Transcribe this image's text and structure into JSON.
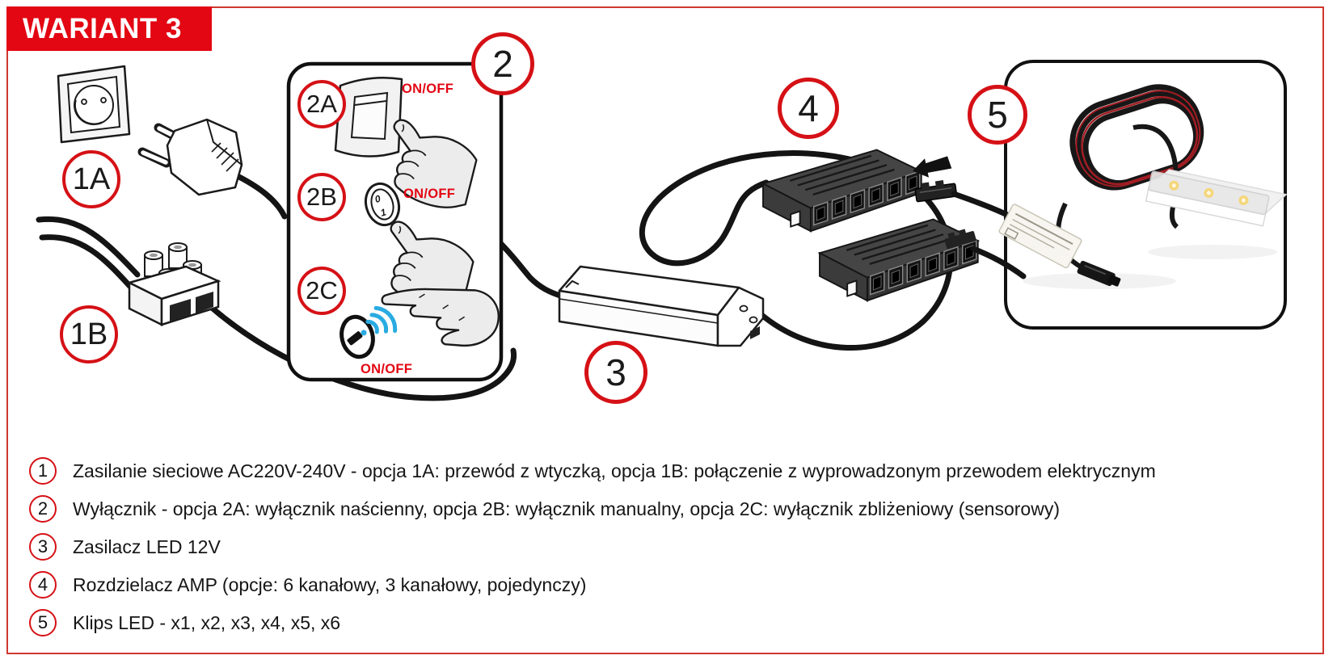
{
  "header": {
    "title": "WARIANT 3"
  },
  "colors": {
    "accent_red": "#d51116",
    "header_red": "#e30613",
    "signal_blue": "#29abe2",
    "device_dark": "#3d3d3d"
  },
  "diagram": {
    "badges": {
      "socket_plug": "1A",
      "terminal": "1B",
      "switch_group": "2",
      "wall_switch": "2A",
      "manual_switch": "2B",
      "proximity_switch": "2C",
      "psu": "3",
      "distributor": "4",
      "led_clip": "5"
    },
    "labels": {
      "onoff_wall": "ON/OFF",
      "onoff_manual": "ON/OFF",
      "onoff_proximity": "ON/OFF",
      "rocker_zero": "0",
      "rocker_one": "1"
    }
  },
  "legend": {
    "items": [
      {
        "num": "1",
        "text": "Zasilanie sieciowe AC220V-240V - opcja 1A: przewód z wtyczką, opcja 1B: połączenie z wyprowadzonym przewodem elektrycznym"
      },
      {
        "num": "2",
        "text": "Wyłącznik - opcja 2A: wyłącznik naścienny, opcja 2B: wyłącznik manualny, opcja 2C: wyłącznik zbliżeniowy (sensorowy)"
      },
      {
        "num": "3",
        "text": "Zasilacz LED 12V"
      },
      {
        "num": "4",
        "text": "Rozdzielacz AMP (opcje: 6 kanałowy, 3 kanałowy, pojedynczy)"
      },
      {
        "num": "5",
        "text": "Klips LED - x1, x2, x3, x4, x5, x6"
      }
    ]
  }
}
